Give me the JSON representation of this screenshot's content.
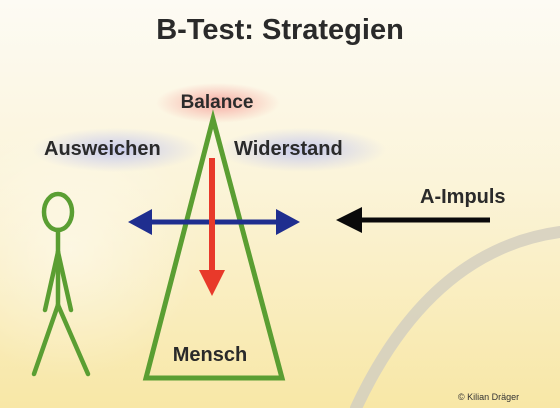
{
  "title": "B-Test:  Strategien",
  "labels": {
    "balance": "Balance",
    "ausweichen": "Ausweichen",
    "widerstand": "Widerstand",
    "a_impuls": "A-Impuls",
    "mensch": "Mensch"
  },
  "copyright": "© Kilian Dräger",
  "colors": {
    "triangle": "#5a9e32",
    "stick_figure": "#5a9e32",
    "balance_arrow": "#e8392a",
    "double_arrow": "#1f2e8f",
    "impulse_arrow": "#0a0a0a",
    "balance_glow": "#f6a8a0",
    "side_glow": "#c2c6ee",
    "arc": "#d3cfbf"
  }
}
